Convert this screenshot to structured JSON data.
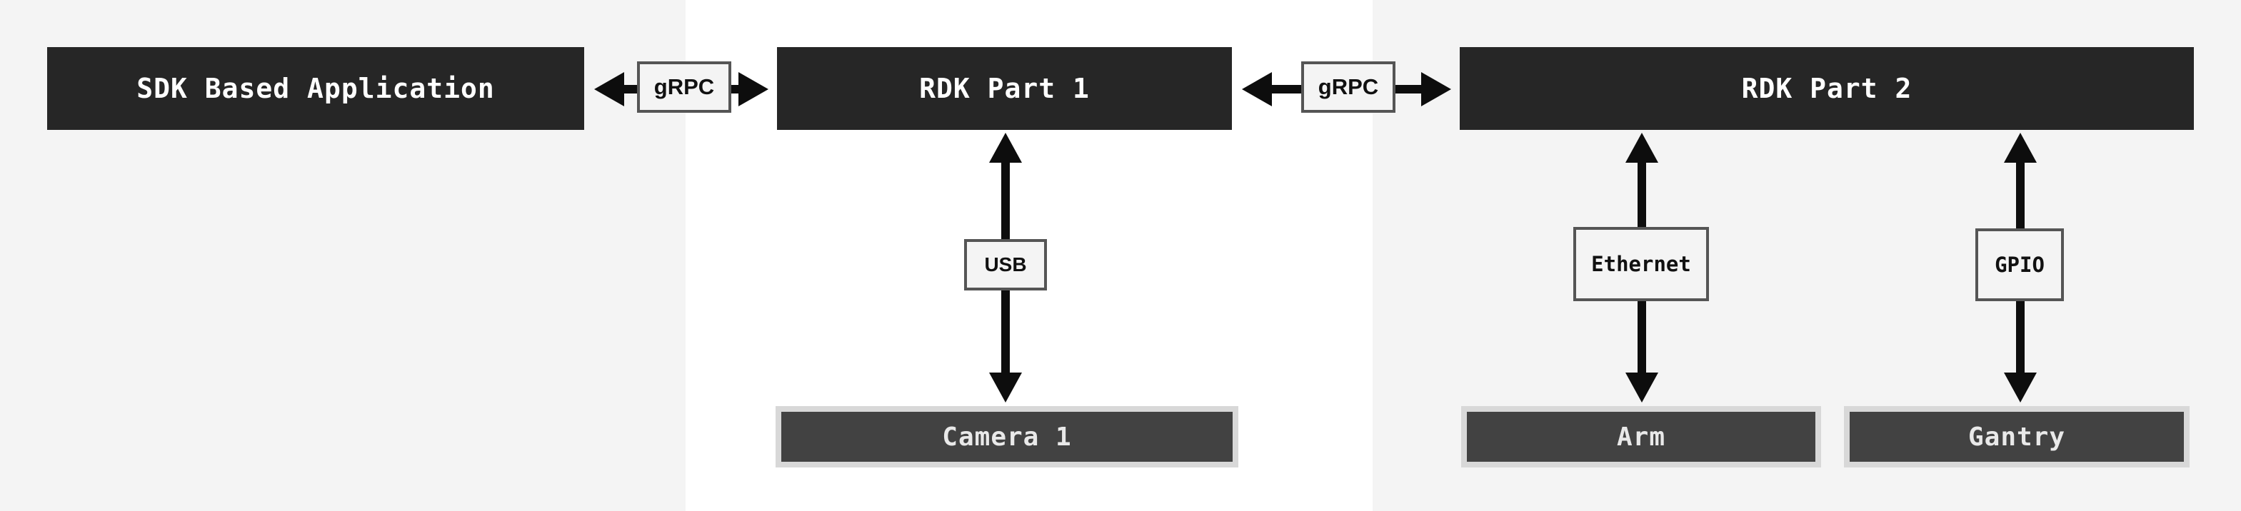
{
  "diagram": {
    "nodes": {
      "sdk_app": {
        "label": "SDK Based Application"
      },
      "rdk_part1": {
        "label": "RDK Part 1"
      },
      "rdk_part2": {
        "label": "RDK Part 2"
      },
      "camera1": {
        "label": "Camera 1"
      },
      "arm": {
        "label": "Arm"
      },
      "gantry": {
        "label": "Gantry"
      }
    },
    "connectors": {
      "grpc_left": {
        "label": "gRPC"
      },
      "grpc_right": {
        "label": "gRPC"
      },
      "usb": {
        "label": "USB"
      },
      "ethernet": {
        "label": "Ethernet"
      },
      "gpio": {
        "label": "GPIO"
      }
    }
  },
  "colors": {
    "bg_gray": "#f4f4f4",
    "bg_white": "#ffffff",
    "box_dark": "#262626",
    "box_dark_text": "#ffffff",
    "device_fill": "#424242",
    "device_border": "#d8d8d8",
    "device_text": "#e9e9e9",
    "label_fill": "#f4f4f4",
    "label_border": "#555555",
    "label_text": "#111111",
    "arrow": "#0d0d0d"
  }
}
